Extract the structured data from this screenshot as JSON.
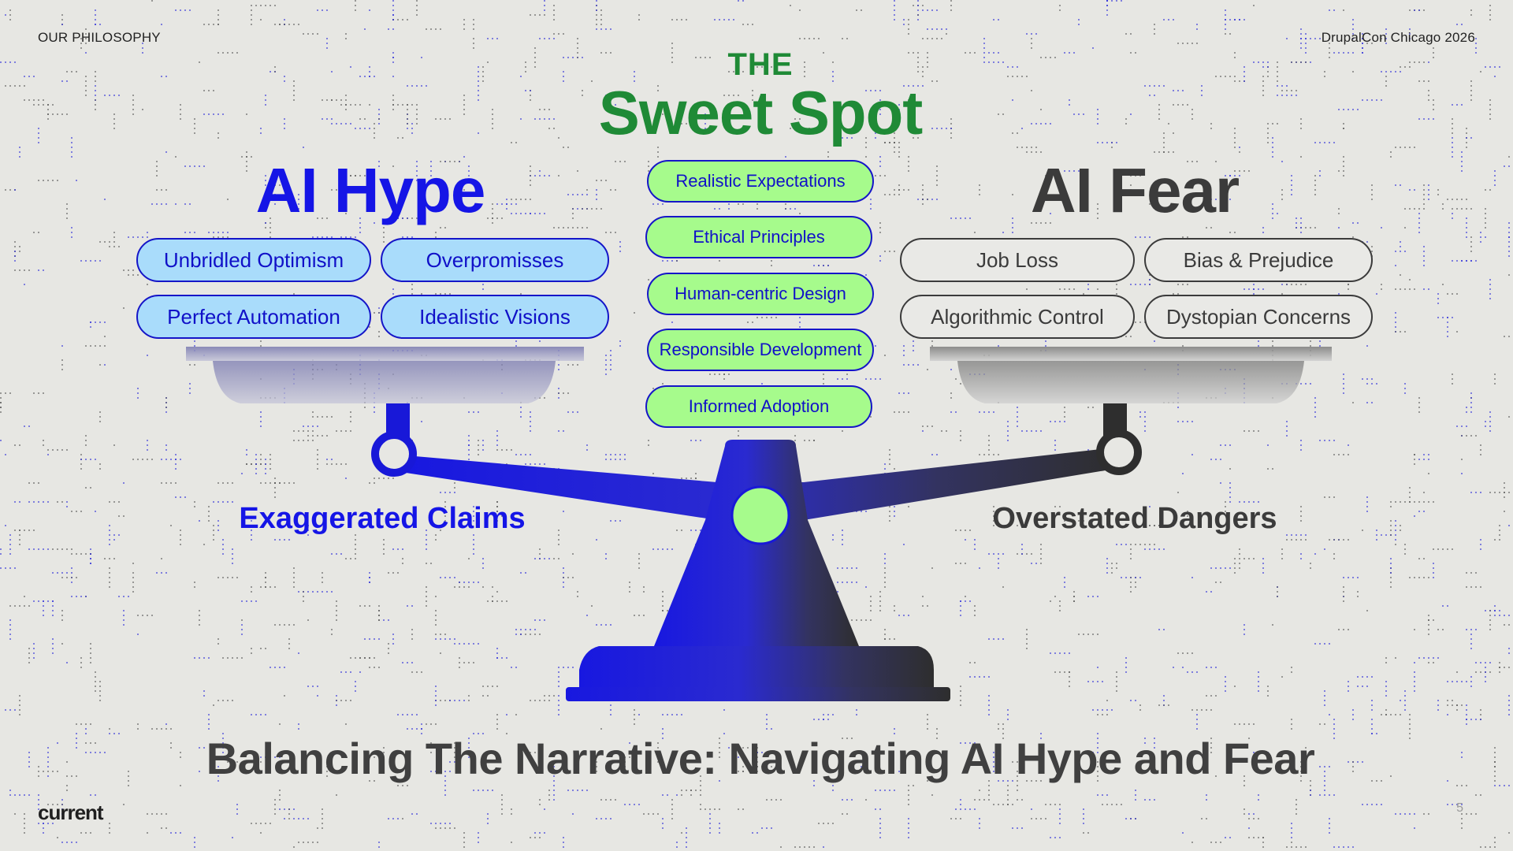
{
  "header": {
    "section_label": "OUR PHILOSOPHY",
    "event_label": "DrupalCon Chicago 2026"
  },
  "center": {
    "eyebrow": "THE",
    "title": "Sweet Spot",
    "items": [
      "Realistic Expectations",
      "Ethical Principles",
      "Human-centric Design",
      "Responsible Development",
      "Informed Adoption"
    ]
  },
  "hype": {
    "title": "AI Hype",
    "items": [
      "Unbridled Optimism",
      "Overpromisses",
      "Perfect Automation",
      "Idealistic Visions"
    ],
    "subtitle": "Exaggerated Claims"
  },
  "fear": {
    "title": "AI Fear",
    "items": [
      "Job Loss",
      "Bias & Prejudice",
      "Algorithmic Control",
      "Dystopian Concerns"
    ],
    "subtitle": "Overstated Dangers"
  },
  "footer": {
    "title": "Balancing The Narrative: Navigating AI Hype and Fear",
    "logo": "current",
    "page_number": "5"
  },
  "colors": {
    "hype_blue": "#1515e6",
    "fear_gray": "#3b3b3b",
    "sweet_green": "#1f8a36",
    "pill_green": "#a6fb8c",
    "pill_blue": "#a9dcfb",
    "background": "#e7e7e3"
  }
}
